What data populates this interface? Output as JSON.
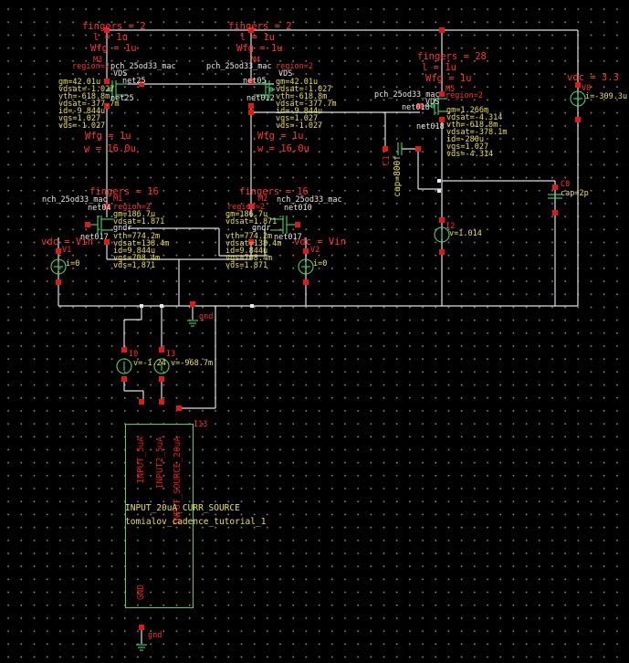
{
  "pmos_left": {
    "fingers": "fingers = 2",
    "l": "l = 1u",
    "wfg": "Wfg = 1u",
    "m": "M3",
    "model": "pch_25od33_mac",
    "region": "region=2",
    "net_top": "net25",
    "net_bottom": "net25",
    "vds_tag": "VDS",
    "params": [
      "gm=42.01u",
      "vdsat=-1.027",
      "vth=-618.8m",
      "vdsat=-377.7m",
      "id=-9.844u",
      "vgs=1.027",
      "vds=-1.027"
    ],
    "wfg2": "Wfg = 1u",
    "w": "w = 16.0u"
  },
  "pmos_mid": {
    "fingers": "fingers = 2",
    "l": "l = 1u",
    "wfg": "Wfg = 1u",
    "m": "M4",
    "model": "pch_25od33_mac",
    "region": "region=2",
    "net_top": "net05",
    "net_bottom": "net012",
    "vds_tag": "VDS",
    "params": [
      "gm=42.01u",
      "vdsat=-1.027",
      "vth=-618.8m",
      "vdsat=-377.7m",
      "id=-9.844u",
      "vgs=1.027",
      "vds=-1.027"
    ],
    "wfg2": "Wfg = 1u",
    "w": "w = 16.0u"
  },
  "pmos_right": {
    "fingers": "fingers = 28",
    "l": "l = 1u",
    "wfg": "Wfg = 1u",
    "m": "M5",
    "model": "pch_25od33_mac",
    "region": "region=2",
    "net_top": "net018",
    "net_bottom": "net018",
    "vds_tag": "VDS",
    "params": [
      "gm=1.266m",
      "vdsat=-4.314",
      "vth=-618.8m",
      "vdsat=-378.1m",
      "id=-280u",
      "vgs=1.027",
      "vds=-4.314"
    ]
  },
  "nmos_left": {
    "fingers": "fingers = 16",
    "m": "M1",
    "model": "nch_25od33_mac",
    "region": "region=2",
    "net_top": "net04",
    "net_bottom": "net017",
    "gnd_tag": "gndr",
    "params": [
      "gm=186.7u",
      "vdsat=1.871",
      "vth=774.2m",
      "vdsat=138.4m",
      "id=9.844u",
      "vgs=708.4m",
      "vds=1.871"
    ]
  },
  "nmos_mid": {
    "fingers": "fingers = 16",
    "m": "M2",
    "model": "nch_25od33_mac",
    "region": "region=2",
    "net_top": "net010",
    "net_bottom": "net017",
    "gnd_tag": "gndr",
    "params": [
      "gm=186.7u",
      "vdsat=1.871",
      "vth=774.2m",
      "vdsat=138.4m",
      "id=9.844u",
      "vgs=708.4m",
      "vds=1.871"
    ]
  },
  "src_v1": {
    "name": "V1",
    "value": "vdc = Vin",
    "i": "i=0"
  },
  "src_v2": {
    "name": "V2",
    "value": "vdc = Vin",
    "i": "i=0"
  },
  "src_v0": {
    "name": "V0",
    "value": "vdc = 3.3",
    "i": "i=-309.3u"
  },
  "cap_c1": {
    "name": "C1",
    "value": "cap=800f"
  },
  "cap_c0": {
    "name": "C0",
    "value": "cap=2p"
  },
  "isrc_i2": {
    "name": "I2",
    "value": "v=1.014"
  },
  "isrc_i0": {
    "name": "I0",
    "value": "v=-1.24"
  },
  "isrc_i3": {
    "name": "I3",
    "value": "v=-968.7m"
  },
  "gnd_label": "gnd",
  "block": {
    "instance": "I13",
    "pin1": "INPUT_5uA",
    "pin2": "INPUT2_5uA",
    "pin3": "INPUT_SOURCE_20uA",
    "cell": "INPUT_20uA_CURR_SOURCE",
    "lib": "tomialov_cadence_tutorial_1",
    "pin_gnd": "GND",
    "gnd_label": "gnd"
  },
  "colors": {
    "background": "#000000",
    "wire": "#dcdce4",
    "symbol": "#3fd66b",
    "annotation": "#ff3030",
    "param": "#e9e04a",
    "pin": "#e01818"
  }
}
